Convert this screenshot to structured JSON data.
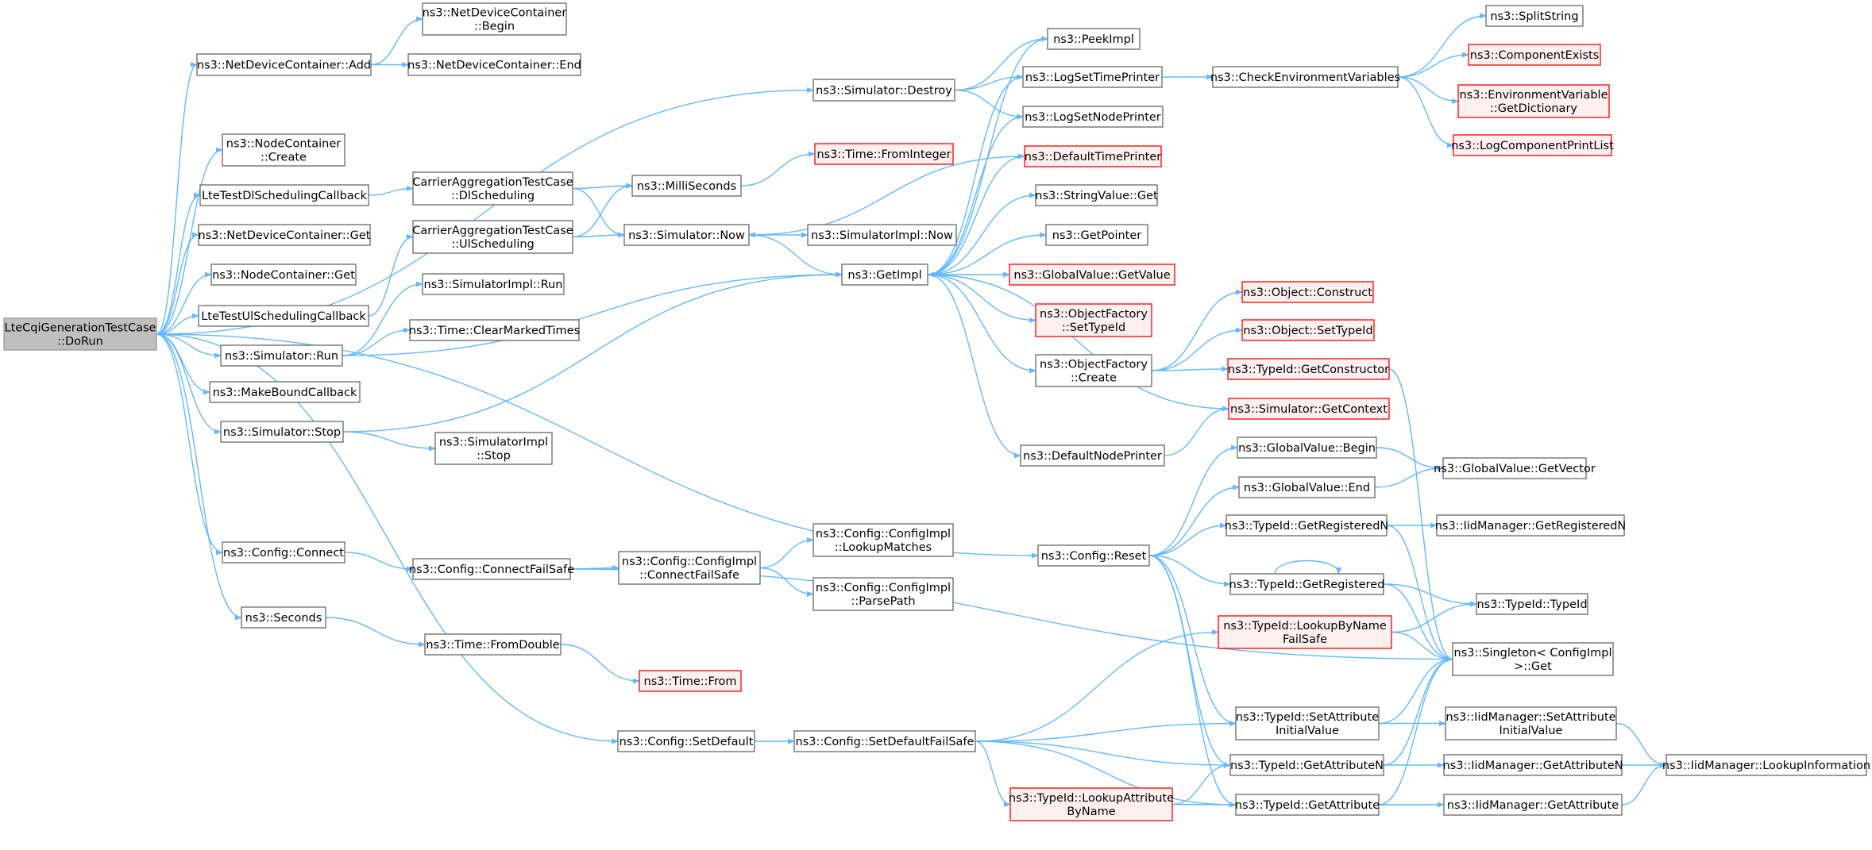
{
  "diagram": {
    "colors": {
      "edge": "#63b8ff",
      "border_default": "#666666",
      "fill_default": "#ffffff",
      "border_undocumented": "#ff0000",
      "fill_undocumented": "#fff0f0",
      "border_root": "#999999",
      "fill_root": "#bfbfbf"
    },
    "nodes": [
      {
        "id": "root",
        "lines": [
          "LteCqiGenerationTestCase",
          "::DoRun"
        ],
        "style": "root"
      },
      {
        "id": "ndcAdd",
        "lines": [
          "ns3::NetDeviceContainer::Add"
        ],
        "style": "default"
      },
      {
        "id": "ndcBegin",
        "lines": [
          "ns3::NetDeviceContainer",
          "::Begin"
        ],
        "style": "default"
      },
      {
        "id": "ndcEnd",
        "lines": [
          "ns3::NetDeviceContainer::End"
        ],
        "style": "default"
      },
      {
        "id": "simDestroy",
        "lines": [
          "ns3::Simulator::Destroy"
        ],
        "style": "default"
      },
      {
        "id": "peekImpl",
        "lines": [
          "ns3::PeekImpl"
        ],
        "style": "default"
      },
      {
        "id": "logSetTime",
        "lines": [
          "ns3::LogSetTimePrinter"
        ],
        "style": "default"
      },
      {
        "id": "checkEnv",
        "lines": [
          "ns3::CheckEnvironmentVariables"
        ],
        "style": "default"
      },
      {
        "id": "splitString",
        "lines": [
          "ns3::SplitString"
        ],
        "style": "default"
      },
      {
        "id": "compExists",
        "lines": [
          "ns3::ComponentExists"
        ],
        "style": "undocumented"
      },
      {
        "id": "envDict",
        "lines": [
          "ns3::EnvironmentVariable",
          "::GetDictionary"
        ],
        "style": "undocumented"
      },
      {
        "id": "logCompPrint",
        "lines": [
          "ns3::LogComponentPrintList"
        ],
        "style": "undocumented"
      },
      {
        "id": "logSetNode",
        "lines": [
          "ns3::LogSetNodePrinter"
        ],
        "style": "default"
      },
      {
        "id": "nodeCreate",
        "lines": [
          "ns3::NodeContainer",
          "::Create"
        ],
        "style": "default"
      },
      {
        "id": "dlCallback",
        "lines": [
          "LteTestDlSchedulingCallback"
        ],
        "style": "default"
      },
      {
        "id": "caDl",
        "lines": [
          "CarrierAggregationTestCase",
          "::DlScheduling"
        ],
        "style": "default"
      },
      {
        "id": "milliSec",
        "lines": [
          "ns3::MilliSeconds"
        ],
        "style": "default"
      },
      {
        "id": "fromInteger",
        "lines": [
          "ns3::Time::FromInteger"
        ],
        "style": "undocumented"
      },
      {
        "id": "defTimePrinter",
        "lines": [
          "ns3::DefaultTimePrinter"
        ],
        "style": "undocumented"
      },
      {
        "id": "ndcGet",
        "lines": [
          "ns3::NetDeviceContainer::Get"
        ],
        "style": "default"
      },
      {
        "id": "caUl",
        "lines": [
          "CarrierAggregationTestCase",
          "::UlScheduling"
        ],
        "style": "default"
      },
      {
        "id": "simNow",
        "lines": [
          "ns3::Simulator::Now"
        ],
        "style": "default"
      },
      {
        "id": "simImplNow",
        "lines": [
          "ns3::SimulatorImpl::Now"
        ],
        "style": "default"
      },
      {
        "id": "strValGet",
        "lines": [
          "ns3::StringValue::Get"
        ],
        "style": "default"
      },
      {
        "id": "getPointer",
        "lines": [
          "ns3::GetPointer"
        ],
        "style": "default"
      },
      {
        "id": "nodeGet",
        "lines": [
          "ns3::NodeContainer::Get"
        ],
        "style": "default"
      },
      {
        "id": "getImpl",
        "lines": [
          "ns3::GetImpl"
        ],
        "style": "default"
      },
      {
        "id": "gvGetValue",
        "lines": [
          "ns3::GlobalValue::GetValue"
        ],
        "style": "undocumented"
      },
      {
        "id": "simImplRun",
        "lines": [
          "ns3::SimulatorImpl::Run"
        ],
        "style": "default"
      },
      {
        "id": "ulCallback",
        "lines": [
          "LteTestUlSchedulingCallback"
        ],
        "style": "default"
      },
      {
        "id": "objConstruct",
        "lines": [
          "ns3::Object::Construct"
        ],
        "style": "undocumented"
      },
      {
        "id": "clearMarked",
        "lines": [
          "ns3::Time::ClearMarkedTimes"
        ],
        "style": "default"
      },
      {
        "id": "ofSetTypeId",
        "lines": [
          "ns3::ObjectFactory",
          "::SetTypeId"
        ],
        "style": "undocumented"
      },
      {
        "id": "simRun",
        "lines": [
          "ns3::Simulator::Run"
        ],
        "style": "default"
      },
      {
        "id": "objSetTypeId",
        "lines": [
          "ns3::Object::SetTypeId"
        ],
        "style": "undocumented"
      },
      {
        "id": "ofCreate",
        "lines": [
          "ns3::ObjectFactory",
          "::Create"
        ],
        "style": "default"
      },
      {
        "id": "getConstructor",
        "lines": [
          "ns3::TypeId::GetConstructor"
        ],
        "style": "undocumented"
      },
      {
        "id": "makeBound",
        "lines": [
          "ns3::MakeBoundCallback"
        ],
        "style": "default"
      },
      {
        "id": "simGetContext",
        "lines": [
          "ns3::Simulator::GetContext"
        ],
        "style": "undocumented"
      },
      {
        "id": "simStop",
        "lines": [
          "ns3::Simulator::Stop"
        ],
        "style": "default"
      },
      {
        "id": "simImplStop",
        "lines": [
          "ns3::SimulatorImpl",
          "::Stop"
        ],
        "style": "default"
      },
      {
        "id": "defNodePrinter",
        "lines": [
          "ns3::DefaultNodePrinter"
        ],
        "style": "default"
      },
      {
        "id": "gvBegin",
        "lines": [
          "ns3::GlobalValue::Begin"
        ],
        "style": "default"
      },
      {
        "id": "gvGetVector",
        "lines": [
          "ns3::GlobalValue::GetVector"
        ],
        "style": "default"
      },
      {
        "id": "gvEnd",
        "lines": [
          "ns3::GlobalValue::End"
        ],
        "style": "default"
      },
      {
        "id": "tidGetRegN",
        "lines": [
          "ns3::TypeId::GetRegisteredN"
        ],
        "style": "default"
      },
      {
        "id": "iidGetRegN",
        "lines": [
          "ns3::IidManager::GetRegisteredN"
        ],
        "style": "default"
      },
      {
        "id": "cfgConnect",
        "lines": [
          "ns3::Config::Connect"
        ],
        "style": "default"
      },
      {
        "id": "cfgConnFS",
        "lines": [
          "ns3::Config::ConnectFailSafe"
        ],
        "style": "default"
      },
      {
        "id": "cfgImplConnFS",
        "lines": [
          "ns3::Config::ConfigImpl",
          "::ConnectFailSafe"
        ],
        "style": "default"
      },
      {
        "id": "lookupMatches",
        "lines": [
          "ns3::Config::ConfigImpl",
          "::LookupMatches"
        ],
        "style": "default"
      },
      {
        "id": "cfgReset",
        "lines": [
          "ns3::Config::Reset"
        ],
        "style": "default"
      },
      {
        "id": "parsePath",
        "lines": [
          "ns3::Config::ConfigImpl",
          "::ParsePath"
        ],
        "style": "default"
      },
      {
        "id": "tidGetReg",
        "lines": [
          "ns3::TypeId::GetRegistered"
        ],
        "style": "default"
      },
      {
        "id": "tidTypeId",
        "lines": [
          "ns3::TypeId::TypeId"
        ],
        "style": "default"
      },
      {
        "id": "seconds",
        "lines": [
          "ns3::Seconds"
        ],
        "style": "default"
      },
      {
        "id": "lookupByNameFS",
        "lines": [
          "ns3::TypeId::LookupByName",
          "FailSafe"
        ],
        "style": "undocumented"
      },
      {
        "id": "singletonGet",
        "lines": [
          "ns3::Singleton< ConfigImpl",
          " >::Get"
        ],
        "style": "default"
      },
      {
        "id": "fromDouble",
        "lines": [
          "ns3::Time::FromDouble"
        ],
        "style": "default"
      },
      {
        "id": "timeFrom",
        "lines": [
          "ns3::Time::From"
        ],
        "style": "undocumented"
      },
      {
        "id": "tidSetAttrInit",
        "lines": [
          "ns3::TypeId::SetAttribute",
          "InitialValue"
        ],
        "style": "default"
      },
      {
        "id": "iidSetAttrInit",
        "lines": [
          "ns3::IidManager::SetAttribute",
          "InitialValue"
        ],
        "style": "default"
      },
      {
        "id": "cfgSetDefault",
        "lines": [
          "ns3::Config::SetDefault"
        ],
        "style": "default"
      },
      {
        "id": "cfgSetDefFS",
        "lines": [
          "ns3::Config::SetDefaultFailSafe"
        ],
        "style": "default"
      },
      {
        "id": "tidGetAttrN",
        "lines": [
          "ns3::TypeId::GetAttributeN"
        ],
        "style": "default"
      },
      {
        "id": "iidGetAttrN",
        "lines": [
          "ns3::IidManager::GetAttributeN"
        ],
        "style": "default"
      },
      {
        "id": "iidLookupInfo",
        "lines": [
          "ns3::IidManager::LookupInformation"
        ],
        "style": "default"
      },
      {
        "id": "lookupAttrByName",
        "lines": [
          "ns3::TypeId::LookupAttribute",
          "ByName"
        ],
        "style": "undocumented"
      },
      {
        "id": "tidGetAttr",
        "lines": [
          "ns3::TypeId::GetAttribute"
        ],
        "style": "default"
      },
      {
        "id": "iidGetAttr",
        "lines": [
          "ns3::IidManager::GetAttribute"
        ],
        "style": "default"
      }
    ],
    "edges": [
      [
        "root",
        "ndcAdd"
      ],
      [
        "root",
        "simDestroy"
      ],
      [
        "root",
        "nodeCreate"
      ],
      [
        "root",
        "dlCallback"
      ],
      [
        "root",
        "ndcGet"
      ],
      [
        "root",
        "nodeGet"
      ],
      [
        "root",
        "ulCallback"
      ],
      [
        "root",
        "simRun"
      ],
      [
        "root",
        "makeBound"
      ],
      [
        "root",
        "simStop"
      ],
      [
        "root",
        "cfgReset"
      ],
      [
        "root",
        "cfgConnect"
      ],
      [
        "root",
        "seconds"
      ],
      [
        "root",
        "cfgSetDefault"
      ],
      [
        "ndcAdd",
        "ndcBegin"
      ],
      [
        "ndcAdd",
        "ndcEnd"
      ],
      [
        "simDestroy",
        "peekImpl"
      ],
      [
        "simDestroy",
        "logSetTime"
      ],
      [
        "simDestroy",
        "logSetNode"
      ],
      [
        "logSetTime",
        "checkEnv"
      ],
      [
        "checkEnv",
        "splitString"
      ],
      [
        "checkEnv",
        "compExists"
      ],
      [
        "checkEnv",
        "envDict"
      ],
      [
        "checkEnv",
        "logCompPrint"
      ],
      [
        "dlCallback",
        "caDl"
      ],
      [
        "caDl",
        "milliSec"
      ],
      [
        "caDl",
        "simNow"
      ],
      [
        "milliSec",
        "fromInteger"
      ],
      [
        "ulCallback",
        "caUl"
      ],
      [
        "caUl",
        "milliSec"
      ],
      [
        "caUl",
        "simNow"
      ],
      [
        "simNow",
        "simImplNow"
      ],
      [
        "simNow",
        "getImpl"
      ],
      [
        "defTimePrinter",
        "simNow"
      ],
      [
        "getImpl",
        "peekImpl"
      ],
      [
        "getImpl",
        "logSetTime"
      ],
      [
        "getImpl",
        "logSetNode"
      ],
      [
        "getImpl",
        "defTimePrinter"
      ],
      [
        "getImpl",
        "strValGet"
      ],
      [
        "getImpl",
        "getPointer"
      ],
      [
        "getImpl",
        "gvGetValue"
      ],
      [
        "getImpl",
        "ofSetTypeId"
      ],
      [
        "getImpl",
        "ofCreate"
      ],
      [
        "getImpl",
        "defNodePrinter"
      ],
      [
        "simRun",
        "simImplRun"
      ],
      [
        "simRun",
        "clearMarked"
      ],
      [
        "simRun",
        "getImpl"
      ],
      [
        "simStop",
        "getImpl"
      ],
      [
        "simStop",
        "simImplStop"
      ],
      [
        "ofCreate",
        "objConstruct"
      ],
      [
        "ofCreate",
        "objSetTypeId"
      ],
      [
        "ofCreate",
        "getConstructor"
      ],
      [
        "simGetContext",
        "getImpl"
      ],
      [
        "defNodePrinter",
        "simGetContext"
      ],
      [
        "getConstructor",
        "singletonGet"
      ],
      [
        "cfgReset",
        "gvBegin"
      ],
      [
        "cfgReset",
        "gvEnd"
      ],
      [
        "cfgReset",
        "tidGetRegN"
      ],
      [
        "cfgReset",
        "tidGetReg"
      ],
      [
        "cfgReset",
        "tidSetAttrInit"
      ],
      [
        "cfgReset",
        "tidGetAttrN"
      ],
      [
        "cfgReset",
        "tidGetAttr"
      ],
      [
        "gvBegin",
        "gvGetVector"
      ],
      [
        "gvEnd",
        "gvGetVector"
      ],
      [
        "tidGetRegN",
        "iidGetRegN"
      ],
      [
        "tidGetRegN",
        "singletonGet"
      ],
      [
        "tidGetReg",
        "tidGetReg"
      ],
      [
        "tidGetReg",
        "tidTypeId"
      ],
      [
        "tidGetReg",
        "singletonGet"
      ],
      [
        "cfgConnect",
        "cfgConnFS"
      ],
      [
        "cfgConnFS",
        "cfgImplConnFS"
      ],
      [
        "cfgConnFS",
        "singletonGet"
      ],
      [
        "cfgImplConnFS",
        "lookupMatches"
      ],
      [
        "cfgImplConnFS",
        "parsePath"
      ],
      [
        "seconds",
        "fromDouble"
      ],
      [
        "fromDouble",
        "timeFrom"
      ],
      [
        "lookupByNameFS",
        "tidTypeId"
      ],
      [
        "lookupByNameFS",
        "singletonGet"
      ],
      [
        "cfgSetDefault",
        "cfgSetDefFS"
      ],
      [
        "cfgSetDefFS",
        "lookupByNameFS"
      ],
      [
        "cfgSetDefFS",
        "tidSetAttrInit"
      ],
      [
        "cfgSetDefFS",
        "tidGetAttrN"
      ],
      [
        "cfgSetDefFS",
        "lookupAttrByName"
      ],
      [
        "cfgSetDefFS",
        "tidGetAttr"
      ],
      [
        "tidSetAttrInit",
        "iidSetAttrInit"
      ],
      [
        "tidSetAttrInit",
        "singletonGet"
      ],
      [
        "tidGetAttrN",
        "iidGetAttrN"
      ],
      [
        "tidGetAttrN",
        "singletonGet"
      ],
      [
        "lookupAttrByName",
        "tidGetAttrN"
      ],
      [
        "lookupAttrByName",
        "tidGetAttr"
      ],
      [
        "tidGetAttr",
        "iidGetAttr"
      ],
      [
        "tidGetAttr",
        "singletonGet"
      ],
      [
        "iidSetAttrInit",
        "iidLookupInfo"
      ],
      [
        "iidGetAttrN",
        "iidLookupInfo"
      ],
      [
        "iidGetAttr",
        "iidLookupInfo"
      ]
    ]
  }
}
